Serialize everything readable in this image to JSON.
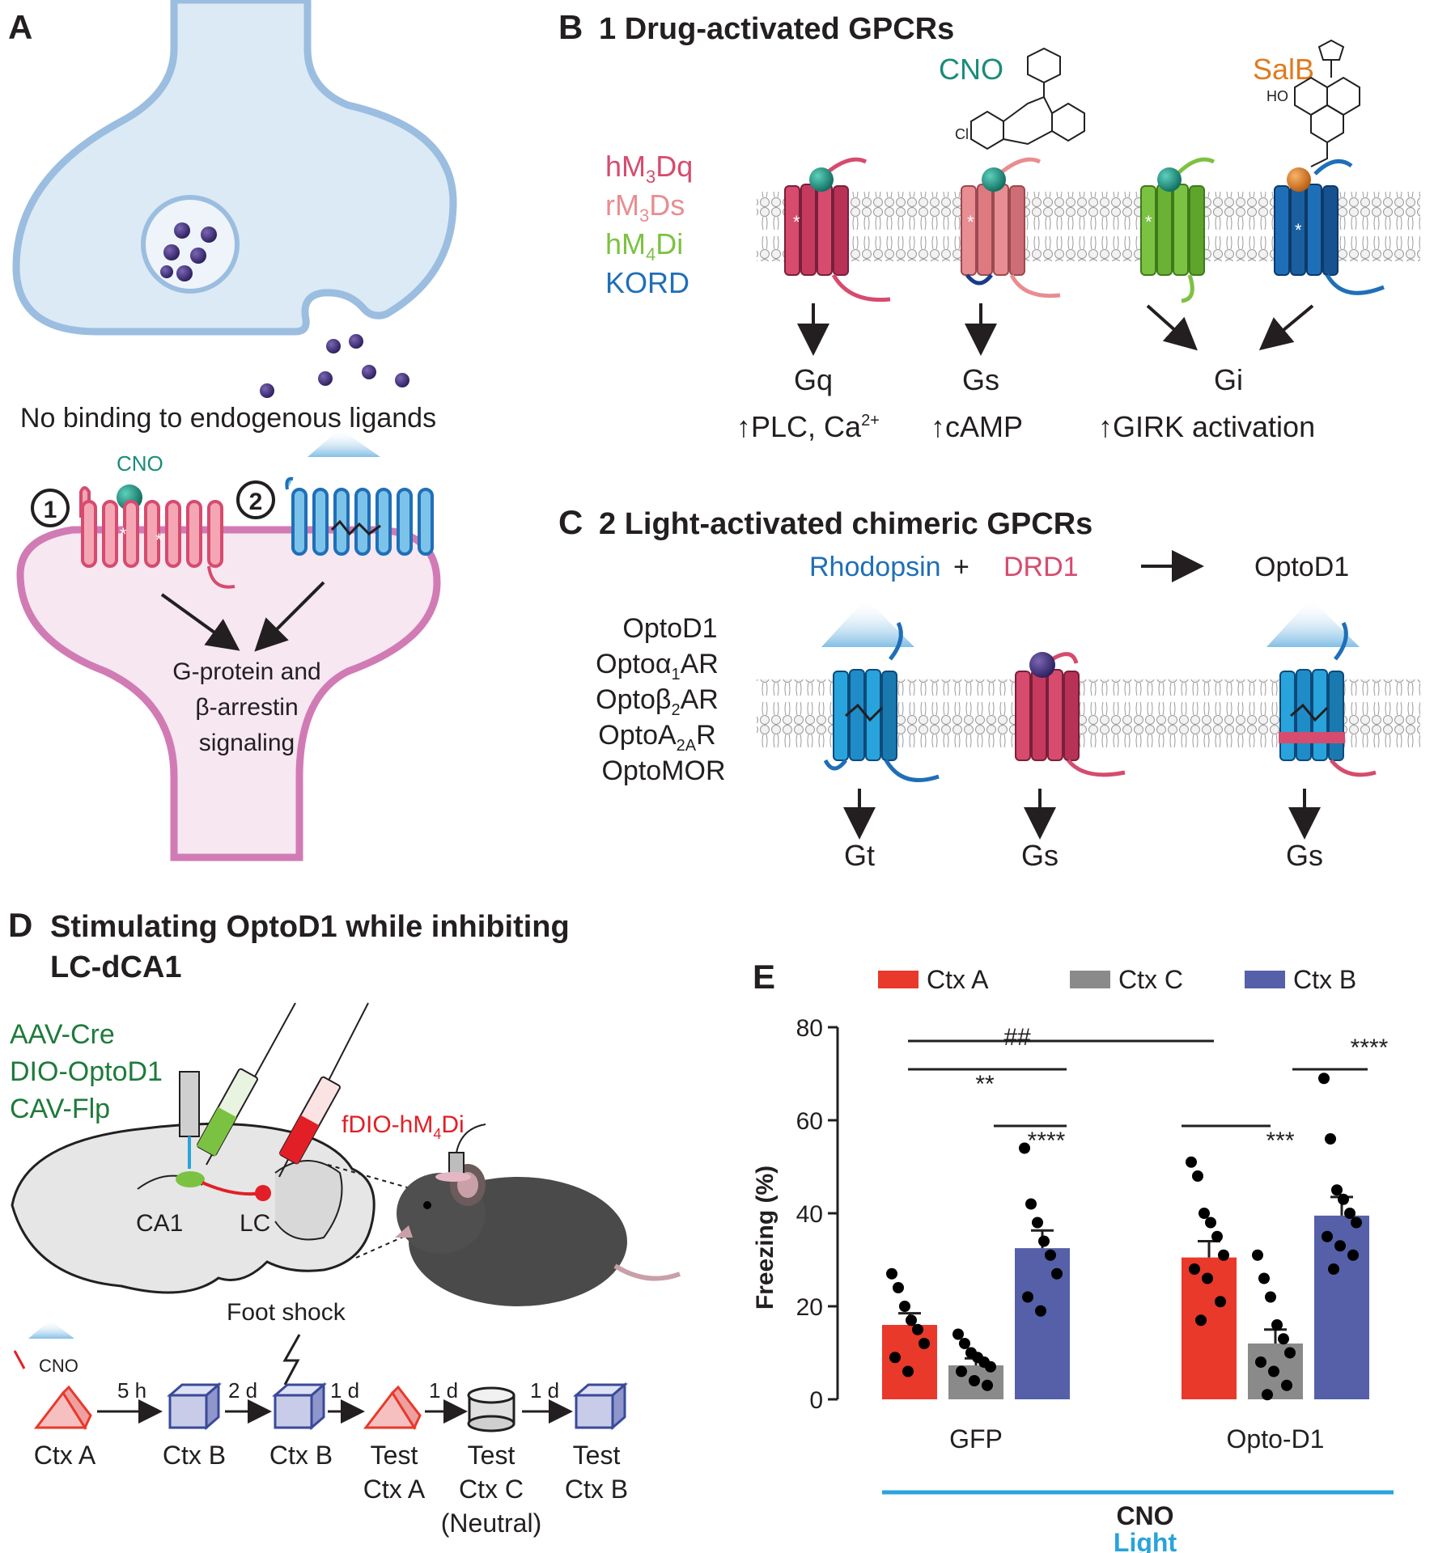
{
  "colors": {
    "hM3Dq": "#d64b6e",
    "rM3Ds": "#e88d91",
    "hM4Di": "#7cc242",
    "KORD": "#1f6fb8",
    "rhodopsin": "#29a3dc",
    "DRD1": "#d64b6e",
    "ctxA": "#e8392b",
    "ctxC": "#8a8a8a",
    "ctxB": "#5560a8",
    "CNO_ball": "#1a8c7a",
    "SalB_ball": "#e07a1f",
    "green_text": "#1e7a3a",
    "light_blue": "#29a3dc",
    "red_text": "#e21f26",
    "membrane_blue": "#9bbde0",
    "membrane_pink": "#d17bb5"
  },
  "panelA": {
    "label": "A",
    "no_binding": "No binding to endogenous ligands",
    "cno": "CNO",
    "num1": "1",
    "num2": "2",
    "signal_line1": "G-protein and",
    "signal_line2": "β-arrestin",
    "signal_line3": "signaling"
  },
  "panelB": {
    "label": "B",
    "title": "1  Drug-activated GPCRs",
    "cno": "CNO",
    "salb": "SalB",
    "cl": "Cl",
    "ho": "HO",
    "receptors": [
      {
        "name": "hM",
        "sub": "3",
        "suffix": "Dq"
      },
      {
        "name": "rM",
        "sub": "3",
        "suffix": "Ds"
      },
      {
        "name": "hM",
        "sub": "4",
        "suffix": "Di"
      },
      {
        "name": "KORD",
        "sub": "",
        "suffix": ""
      }
    ],
    "gq": "Gq",
    "gs": "Gs",
    "gi": "Gi",
    "plc": "↑PLC, Ca",
    "plc_sup": "2+",
    "camp": "↑cAMP",
    "girk": "↑GIRK activation"
  },
  "panelC": {
    "label": "C",
    "title": "2  Light-activated chimeric GPCRs",
    "rhodopsin": "Rhodopsin",
    "plus": "+",
    "drd1": "DRD1",
    "optod1_result": "OptoD1",
    "list": [
      {
        "pre": "OptoD1",
        "sub": "",
        "post": ""
      },
      {
        "pre": "Optoα",
        "sub": "1",
        "post": "AR"
      },
      {
        "pre": "Optoβ",
        "sub": "2",
        "post": "AR"
      },
      {
        "pre": "OptoA",
        "sub": "2A",
        "post": "R"
      },
      {
        "pre": "OptoMOR",
        "sub": "",
        "post": ""
      }
    ],
    "gt": "Gt",
    "gs1": "Gs",
    "gs2": "Gs"
  },
  "panelD": {
    "label": "D",
    "title1": "Stimulating OptoD1  while inhibiting",
    "title2": "LC-dCA1",
    "aav": "AAV-Cre",
    "dio": "DIO-OptoD1",
    "cav": "CAV-Flp",
    "fdio": "fDIO-hM",
    "fdio_sub": "4",
    "fdio_post": "Di",
    "ca1": "CA1",
    "lc": "LC",
    "foot_shock": "Foot shock",
    "cno": "CNO",
    "steps": [
      "5 h",
      "2 d",
      "1 d",
      "1 d",
      "1 d"
    ],
    "boxes": [
      {
        "l1": "Ctx A",
        "l2": "",
        "l3": ""
      },
      {
        "l1": "Ctx B",
        "l2": "",
        "l3": ""
      },
      {
        "l1": "Ctx B",
        "l2": "",
        "l3": ""
      },
      {
        "l1": "Test",
        "l2": "Ctx A",
        "l3": ""
      },
      {
        "l1": "Test",
        "l2": "Ctx C",
        "l3": "(Neutral)"
      },
      {
        "l1": "Test",
        "l2": "Ctx B",
        "l3": ""
      }
    ]
  },
  "panelE": {
    "label": "E",
    "cno": "CNO",
    "light": "Light",
    "sig_hash": "##",
    "sig_2": "**",
    "sig_4a": "****",
    "sig_3": "***",
    "sig_4b": "****"
  },
  "chart_data": {
    "type": "bar",
    "ylabel": "Freezing (%)",
    "ylim": [
      0,
      80
    ],
    "yticks": [
      0,
      20,
      40,
      60,
      80
    ],
    "groups": [
      "GFP",
      "Opto-D1"
    ],
    "series": [
      {
        "name": "Ctx A",
        "color": "#e8392b",
        "values": [
          16,
          30.5
        ],
        "sem": [
          2.5,
          3.5
        ],
        "points": [
          [
            27,
            24,
            20,
            17,
            15,
            12,
            9,
            6
          ],
          [
            51,
            48,
            40,
            38,
            35,
            31,
            28,
            26,
            21,
            17
          ]
        ]
      },
      {
        "name": "Ctx C",
        "color": "#8a8a8a",
        "values": [
          7.3,
          12
        ],
        "sem": [
          1.5,
          3
        ],
        "points": [
          [
            14,
            12,
            10,
            9,
            8,
            7,
            6,
            4,
            3
          ],
          [
            31,
            26,
            22,
            16,
            13,
            10,
            8,
            6,
            3,
            1
          ]
        ]
      },
      {
        "name": "Ctx B",
        "color": "#5560a8",
        "values": [
          32.5,
          39.5
        ],
        "sem": [
          3.8,
          4
        ],
        "points": [
          [
            54,
            42,
            38,
            34,
            31,
            27,
            22,
            19
          ],
          [
            69,
            56,
            45,
            43,
            40,
            38,
            35,
            33,
            31,
            28
          ]
        ]
      }
    ],
    "legend_position": "top"
  }
}
